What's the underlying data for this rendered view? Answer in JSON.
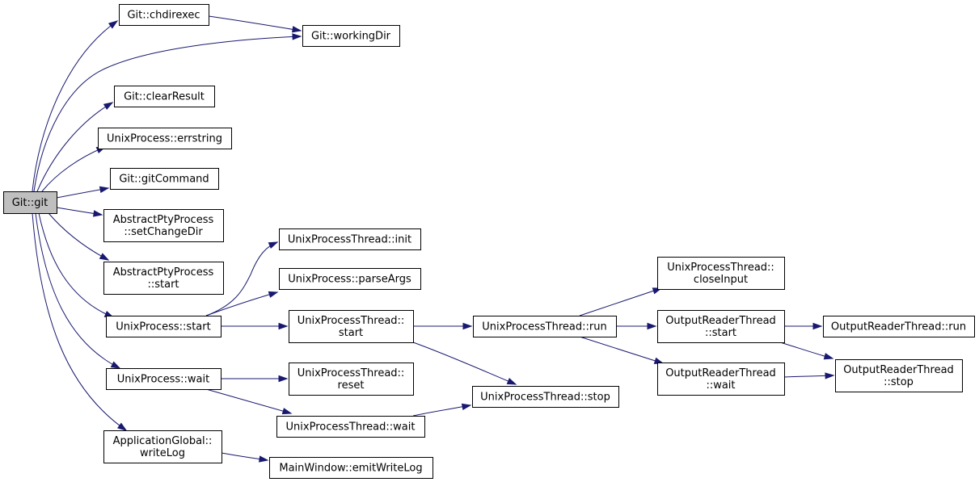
{
  "colors": {
    "edge": "#191970",
    "root_fill": "#bfbfbf",
    "node_fill": "#ffffff",
    "border": "#000000"
  },
  "nodes": [
    {
      "id": "git",
      "lines": [
        "Git::git"
      ],
      "root": true
    },
    {
      "id": "chdirexec",
      "lines": [
        "Git::chdirexec"
      ]
    },
    {
      "id": "workingdir",
      "lines": [
        "Git::workingDir"
      ]
    },
    {
      "id": "clearresult",
      "lines": [
        "Git::clearResult"
      ]
    },
    {
      "id": "errstring",
      "lines": [
        "UnixProcess::errstring"
      ]
    },
    {
      "id": "gitcommand",
      "lines": [
        "Git::gitCommand"
      ]
    },
    {
      "id": "setchangedir",
      "lines": [
        "AbstractPtyProcess",
        "::setChangeDir"
      ]
    },
    {
      "id": "apstart",
      "lines": [
        "AbstractPtyProcess",
        "::start"
      ]
    },
    {
      "id": "upstart",
      "lines": [
        "UnixProcess::start"
      ]
    },
    {
      "id": "upwait",
      "lines": [
        "UnixProcess::wait"
      ]
    },
    {
      "id": "writelog",
      "lines": [
        "ApplicationGlobal::",
        "writeLog"
      ]
    },
    {
      "id": "upt_init",
      "lines": [
        "UnixProcessThread::init"
      ]
    },
    {
      "id": "parseargs",
      "lines": [
        "UnixProcess::parseArgs"
      ]
    },
    {
      "id": "upt_start",
      "lines": [
        "UnixProcessThread::",
        "start"
      ]
    },
    {
      "id": "upt_reset",
      "lines": [
        "UnixProcessThread::",
        "reset"
      ]
    },
    {
      "id": "upt_wait",
      "lines": [
        "UnixProcessThread::wait"
      ]
    },
    {
      "id": "emitwritelog",
      "lines": [
        "MainWindow::emitWriteLog"
      ]
    },
    {
      "id": "upt_run",
      "lines": [
        "UnixProcessThread::run"
      ]
    },
    {
      "id": "upt_stop",
      "lines": [
        "UnixProcessThread::stop"
      ]
    },
    {
      "id": "closeinput",
      "lines": [
        "UnixProcessThread::",
        "closeInput"
      ]
    },
    {
      "id": "ort_start",
      "lines": [
        "OutputReaderThread",
        "::start"
      ]
    },
    {
      "id": "ort_wait",
      "lines": [
        "OutputReaderThread",
        "::wait"
      ]
    },
    {
      "id": "ort_run",
      "lines": [
        "OutputReaderThread::run"
      ]
    },
    {
      "id": "ort_stop",
      "lines": [
        "OutputReaderThread",
        "::stop"
      ]
    }
  ],
  "edges": [
    [
      "git",
      "chdirexec"
    ],
    [
      "git",
      "workingdir"
    ],
    [
      "chdirexec",
      "workingdir"
    ],
    [
      "git",
      "clearresult"
    ],
    [
      "git",
      "errstring"
    ],
    [
      "git",
      "gitcommand"
    ],
    [
      "git",
      "setchangedir"
    ],
    [
      "git",
      "apstart"
    ],
    [
      "git",
      "upstart"
    ],
    [
      "git",
      "upwait"
    ],
    [
      "git",
      "writelog"
    ],
    [
      "upstart",
      "upt_init"
    ],
    [
      "upstart",
      "parseargs"
    ],
    [
      "upstart",
      "upt_start"
    ],
    [
      "upwait",
      "upt_reset"
    ],
    [
      "upwait",
      "upt_wait"
    ],
    [
      "writelog",
      "emitwritelog"
    ],
    [
      "upt_start",
      "upt_run"
    ],
    [
      "upt_start",
      "upt_stop"
    ],
    [
      "upt_wait",
      "upt_stop"
    ],
    [
      "upt_run",
      "closeinput"
    ],
    [
      "upt_run",
      "ort_start"
    ],
    [
      "upt_run",
      "ort_wait"
    ],
    [
      "ort_start",
      "ort_run"
    ],
    [
      "ort_start",
      "ort_stop"
    ],
    [
      "ort_wait",
      "ort_stop"
    ]
  ]
}
